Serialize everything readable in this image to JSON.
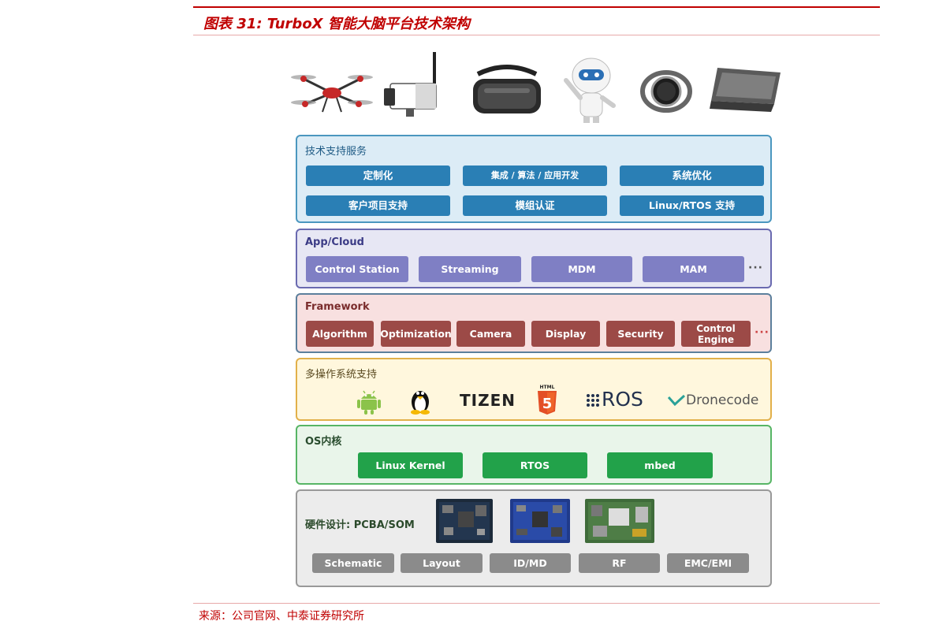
{
  "figure_title": "图表 31:  TurboX 智能大脑平台技术架构",
  "source": "来源：公司官网、中泰证券研究所",
  "devices": [
    "drone-icon",
    "ip-camera-icon",
    "vr-headset-icon",
    "robot-icon",
    "smartwatch-icon",
    "tablet-icon"
  ],
  "layers": {
    "tech_support": {
      "title": "技术支持服务",
      "items": [
        "定制化",
        "集成 / 算法 / 应用开发",
        "系统优化",
        "客户项目支持",
        "模组认证",
        "Linux/RTOS 支持"
      ]
    },
    "app_cloud": {
      "title": "App/Cloud",
      "items": [
        "Control Station",
        "Streaming",
        "MDM",
        "MAM"
      ],
      "more": "···"
    },
    "framework": {
      "title": "Framework",
      "items": [
        "Algorithm",
        "Optimization",
        "Camera",
        "Display",
        "Security",
        "Control Engine"
      ],
      "more": "···"
    },
    "os_support": {
      "title": "多操作系统支持",
      "logos": {
        "android": "android-icon",
        "linux": "linux-tux-icon",
        "tizen": "TIZEN",
        "html5_small": "HTML",
        "html5_number": "5",
        "ros": "ROS",
        "dronecode": "Dronecode"
      }
    },
    "os_kernel": {
      "title": "OS内核",
      "items": [
        "Linux Kernel",
        "RTOS",
        "mbed"
      ]
    },
    "hardware": {
      "title": "硬件设计: PCBA/SOM",
      "boards": [
        "som-board-icon",
        "pcba-board-icon",
        "module-board-icon"
      ],
      "items": [
        "Schematic",
        "Layout",
        "ID/MD",
        "RF",
        "EMC/EMI"
      ]
    }
  },
  "colors": {
    "accent_red": "#c00000",
    "tech_blue": "#2a7fb5",
    "app_purple": "#7f7fc4",
    "framework_brown": "#9c4a47",
    "kernel_green": "#22a24a",
    "hardware_gray": "#8b8b8b"
  }
}
